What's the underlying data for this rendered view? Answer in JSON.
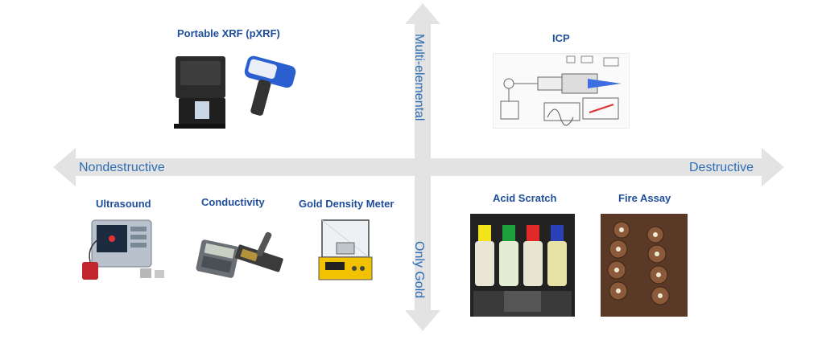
{
  "axes": {
    "left": "Nondestructive",
    "right": "Destructive",
    "top": "Multi-elemental",
    "bottom": "Only Gold"
  },
  "methods": {
    "pxrf": "Portable XRF (pXRF)",
    "icp": "ICP",
    "ultrasound": "Ultrasound",
    "conductivity": "Conductivity",
    "gold_density": "Gold Density Meter",
    "acid_scratch": "Acid Scratch",
    "fire_assay": "Fire Assay"
  },
  "colors": {
    "title": "#1f4e9c",
    "axis_text": "#2e6db4",
    "arrow": "#e3e3e3"
  }
}
